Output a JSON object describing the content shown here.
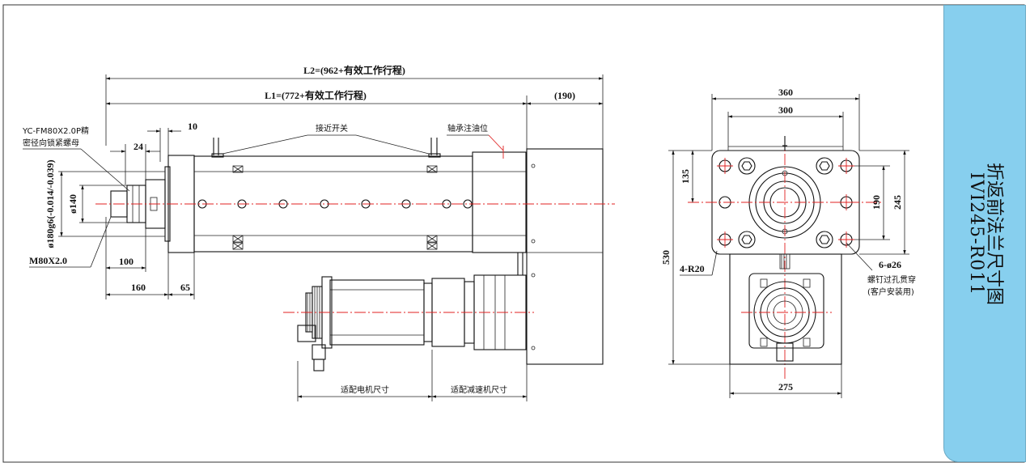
{
  "title": {
    "name": "折返前法兰尺寸图",
    "model": "IVI245-R011"
  },
  "side_view": {
    "overall_length": "L2=(962+有效工作行程)",
    "stroke_length": "L1=(772+有效工作行程)",
    "motor_end_length": "(190)",
    "nut_note_line1": "YC-FM80X2.0P精",
    "nut_note_line2": "密径向锁紧螺母",
    "gap_10": "10",
    "width_24": "24",
    "proximity_switch": "接近开关",
    "bearing_oil": "轴承注油位",
    "dia_180": "ø180g6(-0.014/-0.039)",
    "dia_140": "ø140",
    "thread": "M80X2.0",
    "len_100": "100",
    "len_160": "160",
    "len_65": "65",
    "motor_size": "适配电机尺寸",
    "reducer_size": "适配减速机尺寸"
  },
  "end_view": {
    "width_360": "360",
    "width_300": "300",
    "height_135": "135",
    "height_190": "190",
    "height_245": "245",
    "height_530": "530",
    "radius": "4-R20",
    "holes": "6-ø26",
    "holes_note1": "螺钉过孔贯穿",
    "holes_note2": "(客户安装用)",
    "width_275": "275"
  }
}
